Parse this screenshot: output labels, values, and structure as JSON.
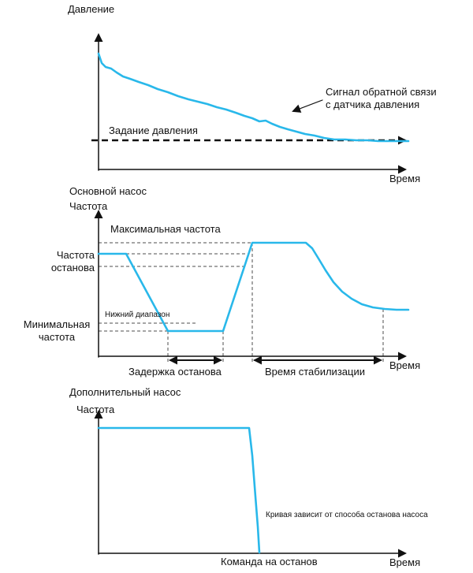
{
  "colors": {
    "curve": "#29b8ea",
    "axis": "#111111",
    "dash": "#4d4d4d",
    "text": "#111111",
    "background": "#ffffff"
  },
  "chart_data": [
    {
      "id": "pressure-vs-time",
      "type": "line",
      "title": "",
      "ylabel": "Давление",
      "xlabel": "Время",
      "axes_numeric": false,
      "annotations": {
        "setpoint": "Задание давления",
        "feedback": "Сигнал обратной связи с датчика давления"
      },
      "description": "Feedback pressure signal decreases over time and converges to the dashed pressure setpoint line",
      "shapes": [
        {
          "name": "pressure-y-axis",
          "from": [
            125,
            216
          ],
          "to": [
            125,
            44
          ],
          "width": 1.5,
          "color": "axis",
          "arrow_end": true
        },
        {
          "name": "pressure-x-axis",
          "from": [
            125,
            215
          ],
          "to": [
            514,
            215
          ],
          "width": 1.5,
          "color": "axis",
          "arrow_end": true
        },
        {
          "name": "pressure-setpoint-line",
          "from": [
            116,
            178
          ],
          "to": [
            514,
            178
          ],
          "width": 2.6,
          "color": "axis",
          "dash": "8,5",
          "arrow_end": true
        },
        {
          "name": "feedback-annotation-arrow",
          "from": [
            409,
            127
          ],
          "to": [
            372,
            141
          ],
          "width": 1.2,
          "color": "axis",
          "arrow_end": true
        }
      ],
      "series": [
        {
          "name": "pressure-feedback-curve",
          "color": "curve",
          "width": 2.6,
          "points": [
            [
              125,
              68
            ],
            [
              129,
              80
            ],
            [
              134,
              85
            ],
            [
              141,
              87
            ],
            [
              148,
              92
            ],
            [
              156,
              97
            ],
            [
              165,
              100
            ],
            [
              176,
              104
            ],
            [
              188,
              108
            ],
            [
              200,
              113
            ],
            [
              213,
              117
            ],
            [
              226,
              122
            ],
            [
              239,
              126
            ],
            [
              251,
              129
            ],
            [
              263,
              132
            ],
            [
              275,
              136
            ],
            [
              287,
              139
            ],
            [
              299,
              143
            ],
            [
              310,
              147
            ],
            [
              320,
              150
            ],
            [
              329,
              154
            ],
            [
              337,
              153
            ],
            [
              345,
              157
            ],
            [
              355,
              161
            ],
            [
              365,
              164
            ],
            [
              376,
              167
            ],
            [
              387,
              170
            ],
            [
              399,
              172
            ],
            [
              411,
              175
            ],
            [
              424,
              177
            ],
            [
              438,
              177
            ],
            [
              452,
              178
            ],
            [
              466,
              178
            ],
            [
              480,
              179
            ],
            [
              494,
              179
            ],
            [
              508,
              179
            ],
            [
              518,
              179
            ]
          ]
        }
      ]
    },
    {
      "id": "main-pump-frequency-vs-time",
      "type": "line",
      "title": "Основной насос",
      "ylabel": "Частота",
      "xlabel": "Время",
      "axes_numeric": false,
      "annotations": {
        "max_frequency": "Максимальная частота",
        "stop_frequency": "Частота останова",
        "lower_range": "Нижний диапазон",
        "min_frequency": "Минимальная частота",
        "stop_delay": "Задержка останова",
        "stabilization_time": "Время стабилизации"
      },
      "description": "Main pump frequency drops from stop frequency to minimum frequency, holds during stop delay, rises to maximum frequency during stabilization time, then settles to a steady value",
      "shapes": [
        {
          "name": "max-frequency-guide",
          "from": [
            125,
            308
          ],
          "to": [
            388,
            308
          ],
          "width": 1,
          "color": "dash",
          "dash": "4,3"
        },
        {
          "name": "stop-frequency-guide-upper",
          "from": [
            125,
            322
          ],
          "to": [
            315,
            322
          ],
          "width": 1,
          "color": "dash",
          "dash": "4,3"
        },
        {
          "name": "stop-frequency-guide-lower",
          "from": [
            125,
            338
          ],
          "to": [
            310,
            338
          ],
          "width": 1,
          "color": "dash",
          "dash": "4,3"
        },
        {
          "name": "lower-range-guide",
          "from": [
            125,
            410
          ],
          "to": [
            250,
            410
          ],
          "width": 1,
          "color": "dash",
          "dash": "4,3"
        },
        {
          "name": "min-frequency-guide",
          "from": [
            125,
            420
          ],
          "to": [
            283,
            420
          ],
          "width": 1,
          "color": "dash",
          "dash": "4,3"
        },
        {
          "name": "delay-start-guide",
          "from": [
            213,
            420
          ],
          "to": [
            213,
            461
          ],
          "width": 1,
          "color": "dash",
          "dash": "4,3"
        },
        {
          "name": "delay-end-guide",
          "from": [
            283,
            420
          ],
          "to": [
            283,
            461
          ],
          "width": 1,
          "color": "dash",
          "dash": "4,3"
        },
        {
          "name": "stabilization-start-guide",
          "from": [
            320,
            308
          ],
          "to": [
            320,
            461
          ],
          "width": 1,
          "color": "dash",
          "dash": "4,3"
        },
        {
          "name": "stabilization-end-guide",
          "from": [
            486,
            392
          ],
          "to": [
            486,
            461
          ],
          "width": 1,
          "color": "dash",
          "dash": "4,3"
        },
        {
          "name": "stop-delay-arrow",
          "from": [
            216,
            457
          ],
          "to": [
            280,
            457
          ],
          "width": 2,
          "color": "axis",
          "arrow_start": true,
          "arrow_end": true
        },
        {
          "name": "stabilization-time-arrow",
          "from": [
            323,
            457
          ],
          "to": [
            483,
            457
          ],
          "width": 2,
          "color": "axis",
          "arrow_start": true,
          "arrow_end": true
        },
        {
          "name": "main-y-axis",
          "from": [
            125,
            453
          ],
          "to": [
            125,
            268
          ],
          "width": 1.5,
          "color": "axis",
          "arrow_end": true
        },
        {
          "name": "main-x-axis",
          "from": [
            125,
            452
          ],
          "to": [
            514,
            452
          ],
          "width": 1.5,
          "color": "axis",
          "arrow_end": true
        }
      ],
      "series": [
        {
          "name": "main-pump-frequency-curve",
          "color": "curve",
          "width": 2.6,
          "points": [
            [
              125,
              322
            ],
            [
              160,
              322
            ],
            [
              213,
              420
            ],
            [
              283,
              420
            ],
            [
              320,
              308
            ],
            [
              388,
              308
            ],
            [
              396,
              315
            ],
            [
              404,
              328
            ],
            [
              413,
              343
            ],
            [
              423,
              358
            ],
            [
              434,
              370
            ],
            [
              446,
              379
            ],
            [
              459,
              386
            ],
            [
              473,
              390
            ],
            [
              488,
              392
            ],
            [
              503,
              393
            ],
            [
              518,
              393
            ]
          ]
        }
      ]
    },
    {
      "id": "aux-pump-frequency-vs-time",
      "type": "line",
      "title": "Дополнительный насос",
      "ylabel": "Частота",
      "xlabel": "Время",
      "axes_numeric": false,
      "annotations": {
        "stop_note": "Кривая зависит от способа останова насоса",
        "stop_command": "Команда на останов"
      },
      "description": "Auxiliary pump runs at constant frequency, then frequency falls to zero after the stop command",
      "shapes": [
        {
          "name": "aux-y-axis",
          "from": [
            125,
            703
          ],
          "to": [
            125,
            522
          ],
          "width": 1.5,
          "color": "axis",
          "arrow_end": true
        },
        {
          "name": "aux-x-axis",
          "from": [
            125,
            702
          ],
          "to": [
            514,
            702
          ],
          "width": 1.5,
          "color": "axis",
          "arrow_end": true
        }
      ],
      "series": [
        {
          "name": "aux-pump-frequency-curve",
          "color": "curve",
          "width": 2.6,
          "points": [
            [
              125,
              543
            ],
            [
              316,
              543
            ],
            [
              320,
              578
            ],
            [
              324,
              630
            ],
            [
              327,
              668
            ],
            [
              329,
              701
            ]
          ]
        }
      ]
    }
  ]
}
